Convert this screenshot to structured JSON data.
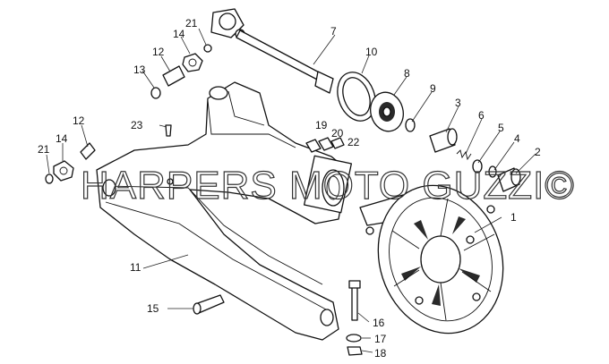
{
  "watermark": "HARPERS MOTO GUZZI©",
  "callouts": [
    {
      "id": "c1",
      "label": "1"
    },
    {
      "id": "c2",
      "label": "2"
    },
    {
      "id": "c3",
      "label": "3"
    },
    {
      "id": "c4",
      "label": "4"
    },
    {
      "id": "c5",
      "label": "5"
    },
    {
      "id": "c6",
      "label": "6"
    },
    {
      "id": "c7",
      "label": "7"
    },
    {
      "id": "c8",
      "label": "8"
    },
    {
      "id": "c9",
      "label": "9"
    },
    {
      "id": "c10",
      "label": "10"
    },
    {
      "id": "c11",
      "label": "11"
    },
    {
      "id": "c12a",
      "label": "12"
    },
    {
      "id": "c12b",
      "label": "12"
    },
    {
      "id": "c13",
      "label": "13"
    },
    {
      "id": "c14a",
      "label": "14"
    },
    {
      "id": "c14b",
      "label": "14"
    },
    {
      "id": "c15",
      "label": "15"
    },
    {
      "id": "c16",
      "label": "16"
    },
    {
      "id": "c17",
      "label": "17"
    },
    {
      "id": "c18",
      "label": "18"
    },
    {
      "id": "c19",
      "label": "19"
    },
    {
      "id": "c20",
      "label": "20"
    },
    {
      "id": "c21a",
      "label": "21"
    },
    {
      "id": "c21b",
      "label": "21"
    },
    {
      "id": "c22",
      "label": "22"
    },
    {
      "id": "c23",
      "label": "23"
    }
  ]
}
